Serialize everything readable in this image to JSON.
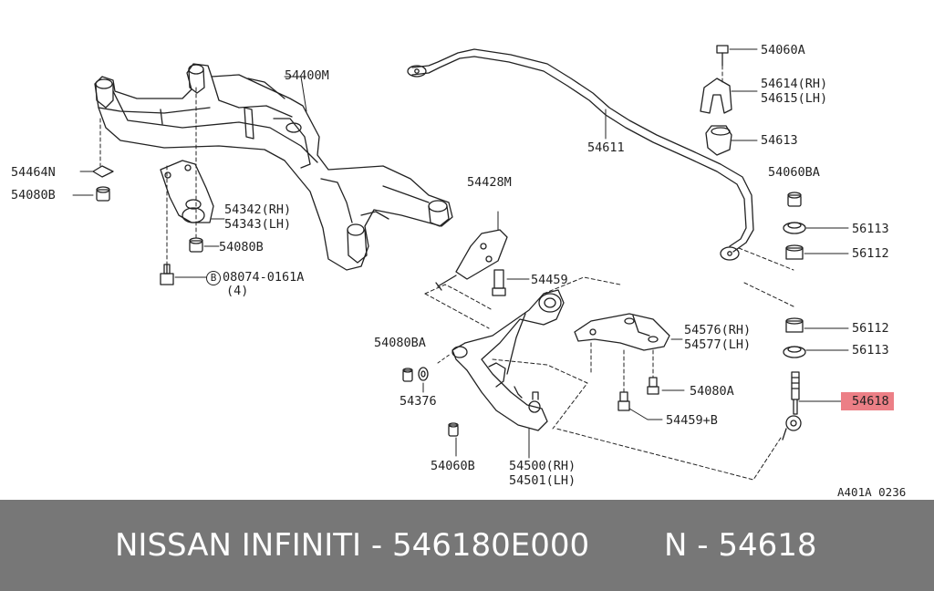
{
  "diagram": {
    "callouts": {
      "c54400M": "54400M",
      "c54464N": "54464N",
      "c54080B": "54080B",
      "c54342": "54342(RH)",
      "c54343": "54343(LH)",
      "c54080B2": "54080B",
      "c08074_circle": "B",
      "c08074": "08074-0161A",
      "c08074_qty": "(4)",
      "c54428M": "54428M",
      "c54459": "54459",
      "c54080BA_left": "54080BA",
      "c54376": "54376",
      "c54060B": "54060B",
      "c54500": "54500(RH)",
      "c54501": "54501(LH)",
      "c54611": "54611",
      "c54576": "54576(RH)",
      "c54577": "54577(LH)",
      "c54080A": "54080A",
      "c54459B": "54459+B",
      "c54060A": "54060A",
      "c54614": "54614(RH)",
      "c54615": "54615(LH)",
      "c54613": "54613",
      "c54060BA": "54060BA",
      "c56113a": "56113",
      "c56112a": "56112",
      "c56112b": "56112",
      "c56113b": "56113",
      "c54618": "54618",
      "code": "A401A 0236"
    },
    "highlight_color": "#ec7f86"
  },
  "footer": {
    "brand": "NISSAN INFINITI - 546180E000",
    "part": "N - 54618",
    "background": "#777777"
  }
}
